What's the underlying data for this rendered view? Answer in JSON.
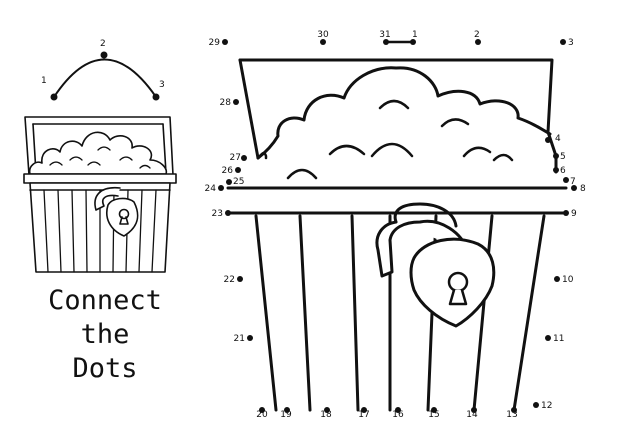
{
  "title": {
    "line1": "Connect",
    "line2": "the",
    "line3": "Dots"
  },
  "example_numbers": [
    "1",
    "2",
    "3"
  ],
  "dots": [
    {
      "n": "1"
    },
    {
      "n": "2"
    },
    {
      "n": "3"
    },
    {
      "n": "4"
    },
    {
      "n": "5"
    },
    {
      "n": "6"
    },
    {
      "n": "7"
    },
    {
      "n": "8"
    },
    {
      "n": "9"
    },
    {
      "n": "10"
    },
    {
      "n": "11"
    },
    {
      "n": "12"
    },
    {
      "n": "13"
    },
    {
      "n": "14"
    },
    {
      "n": "15"
    },
    {
      "n": "16"
    },
    {
      "n": "17"
    },
    {
      "n": "18"
    },
    {
      "n": "19"
    },
    {
      "n": "20"
    },
    {
      "n": "21"
    },
    {
      "n": "22"
    },
    {
      "n": "23"
    },
    {
      "n": "24"
    },
    {
      "n": "25"
    },
    {
      "n": "26"
    },
    {
      "n": "27"
    },
    {
      "n": "28"
    },
    {
      "n": "29"
    },
    {
      "n": "30"
    },
    {
      "n": "31"
    }
  ],
  "colors": {
    "ink": "#111111",
    "paper": "#ffffff"
  }
}
